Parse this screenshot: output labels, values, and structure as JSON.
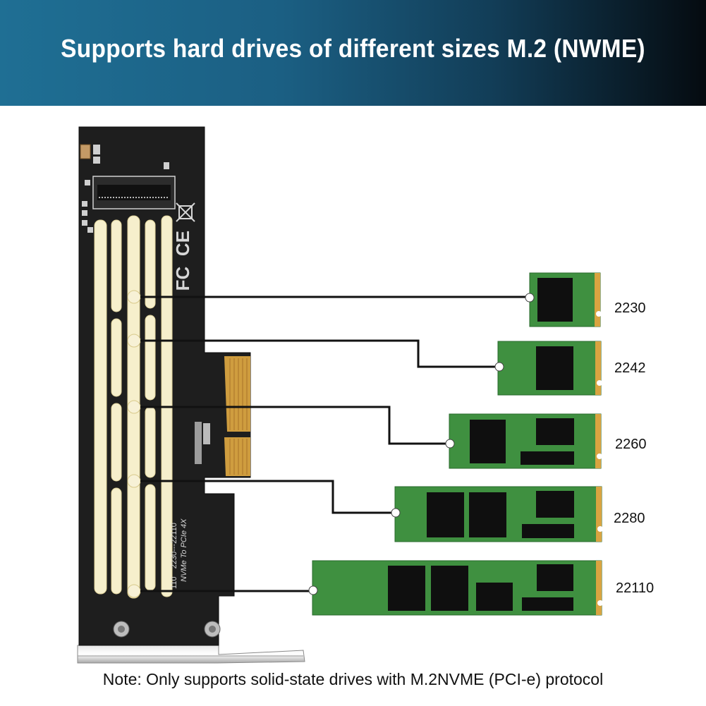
{
  "header": {
    "title": "Supports hard drives of different sizes M.2 (NWME)"
  },
  "card": {
    "silkscreen_line1": "2230---22110",
    "silkscreen_line2": "NVMe To PCIe 4X",
    "silkscreen_prefix": "110"
  },
  "drives": [
    {
      "size": "2230"
    },
    {
      "size": "2242"
    },
    {
      "size": "2260"
    },
    {
      "size": "2280"
    },
    {
      "size": "22110"
    }
  ],
  "footer": {
    "note": "Note: Only supports solid-state drives with M.2NVME (PCI-e) protocol"
  },
  "colors": {
    "banner": "#1b5f83",
    "pcb": "#1e1e1e",
    "ssd_green": "#3f9040",
    "gold": "#d9a441",
    "slot_cream": "#f6efcc"
  },
  "icons": [
    "recycle-bin-crossed-icon",
    "ce-mark-icon",
    "fc-mark-icon"
  ]
}
